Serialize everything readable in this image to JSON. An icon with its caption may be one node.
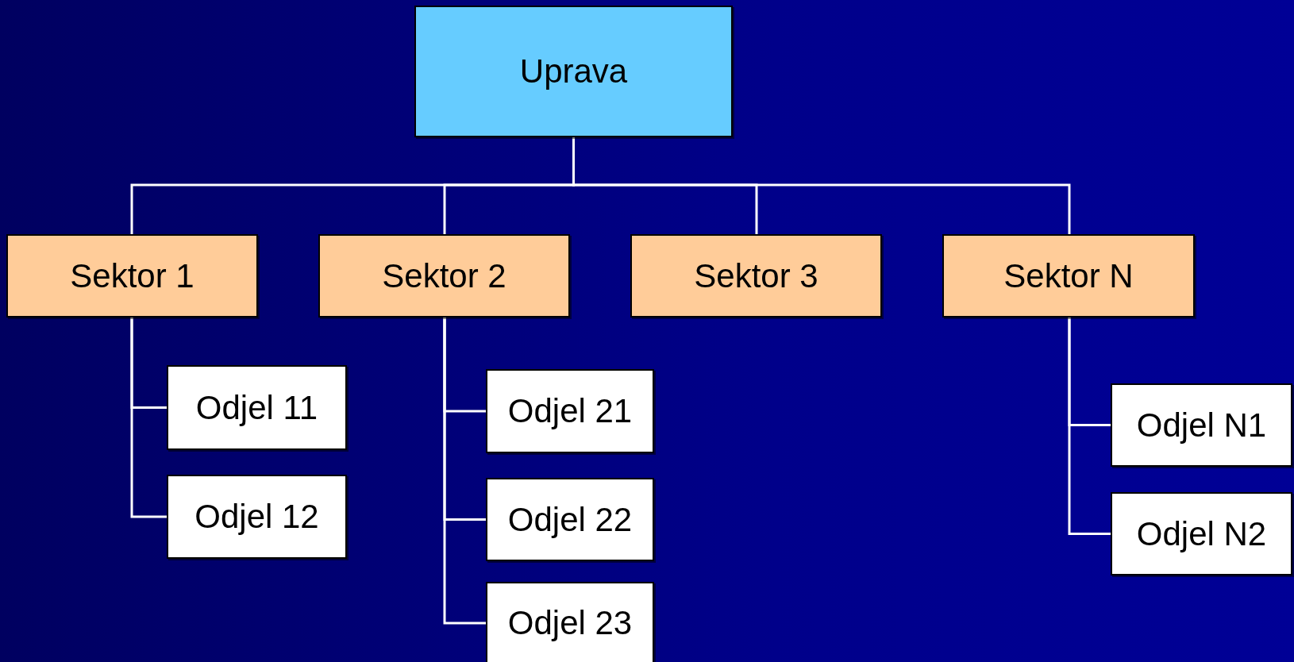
{
  "diagram": {
    "nodes": [
      {
        "text": [
          "Uprava"
        ]
      },
      {
        "text": [
          "Sektor 1"
        ]
      },
      {
        "text": [
          "Sektor 2"
        ]
      },
      {
        "text": [
          "Sektor 3"
        ]
      },
      {
        "text": [
          "Sektor N"
        ]
      },
      {
        "text": [
          "Odjel 11"
        ]
      },
      {
        "text": [
          "Odjel 12"
        ]
      },
      {
        "text": [
          "Odjel 21"
        ]
      },
      {
        "text": [
          "Odjel 22"
        ]
      },
      {
        "text": [
          "Odjel 23"
        ]
      },
      {
        "text": [
          "Odjel N1"
        ]
      },
      {
        "text": [
          "Odjel N2"
        ]
      }
    ],
    "edges": [
      {
        "from": 0,
        "to": 1,
        "arrow": "none"
      },
      {
        "from": 0,
        "to": 2,
        "arrow": "none"
      },
      {
        "from": 0,
        "to": 3,
        "arrow": "none"
      },
      {
        "from": 0,
        "to": 4,
        "arrow": "none"
      },
      {
        "from": 1,
        "to": 5,
        "arrow": "none"
      },
      {
        "from": 1,
        "to": 6,
        "arrow": "none"
      },
      {
        "from": 2,
        "to": 7,
        "arrow": "none"
      },
      {
        "from": 2,
        "to": 8,
        "arrow": "none"
      },
      {
        "from": 2,
        "to": 9,
        "arrow": "none"
      },
      {
        "from": 4,
        "to": 10,
        "arrow": "none"
      },
      {
        "from": 4,
        "to": 11,
        "arrow": "none"
      }
    ]
  }
}
